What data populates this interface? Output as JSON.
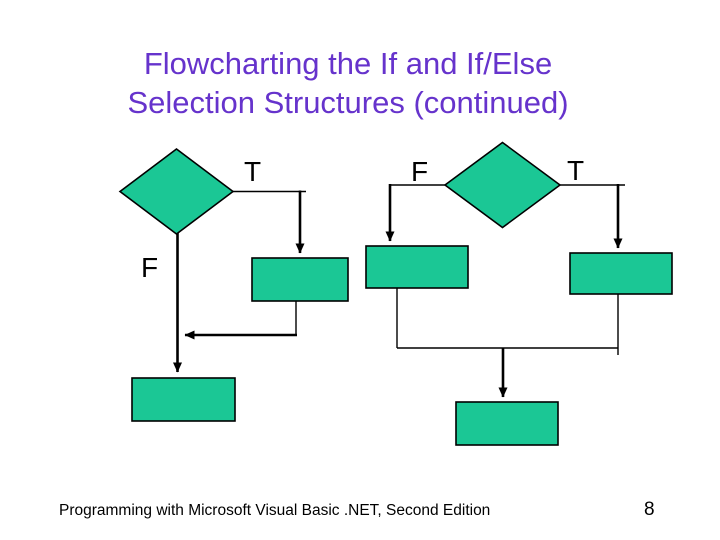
{
  "slide": {
    "title": {
      "line1": "Flowcharting the If and If/Else",
      "line2": "Selection Structures (continued)"
    },
    "footer": {
      "book_title": "Programming with Microsoft Visual Basic .NET, Second Edition",
      "page_number": "8"
    }
  },
  "colors": {
    "background": "#ffffff",
    "title_text": "#6633cc",
    "shape_fill": "#1bc795",
    "shape_stroke": "#000000",
    "connector": "#000000",
    "label_text": "#000000"
  },
  "diagrams": {
    "if_flowchart": {
      "true_label": "T",
      "false_label": "F"
    },
    "if_else_flowchart": {
      "false_label": "F",
      "true_label": "T"
    }
  }
}
